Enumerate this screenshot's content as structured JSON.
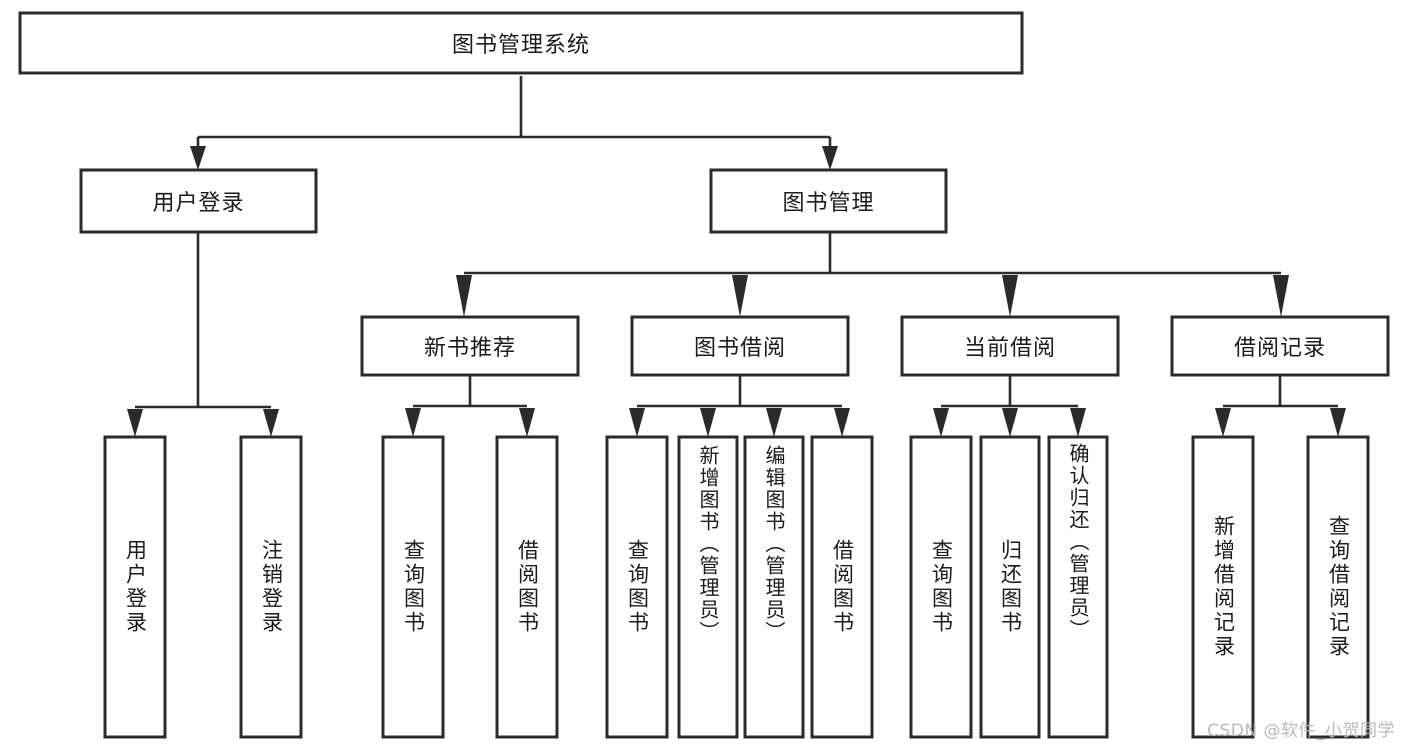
{
  "diagram": {
    "type": "tree-hierarchy-diagram",
    "title": "图书管理系统",
    "root": {
      "id": "root",
      "label": "图书管理系统",
      "orientation": "horizontal"
    },
    "level2": [
      {
        "id": "user-login",
        "label": "用户登录",
        "orientation": "horizontal"
      },
      {
        "id": "book-management",
        "label": "图书管理",
        "orientation": "horizontal"
      }
    ],
    "level3": [
      {
        "id": "new-book-recommend",
        "label": "新书推荐",
        "orientation": "horizontal"
      },
      {
        "id": "book-borrow",
        "label": "图书借阅",
        "orientation": "horizontal"
      },
      {
        "id": "current-borrow",
        "label": "当前借阅",
        "orientation": "horizontal"
      },
      {
        "id": "borrow-record",
        "label": "借阅记录",
        "orientation": "horizontal"
      }
    ],
    "leaves": [
      {
        "id": "leaf-user-login",
        "label": "用户登录",
        "parent": "user-login",
        "orientation": "vertical"
      },
      {
        "id": "leaf-user-logout",
        "label": "注销登录",
        "parent": "user-login",
        "orientation": "vertical"
      },
      {
        "id": "leaf-query-book-1",
        "label": "查询图书",
        "parent": "new-book-recommend",
        "orientation": "vertical"
      },
      {
        "id": "leaf-borrow-book-1",
        "label": "借阅图书",
        "parent": "new-book-recommend",
        "orientation": "vertical"
      },
      {
        "id": "leaf-query-book-2",
        "label": "查询图书",
        "parent": "book-borrow",
        "orientation": "vertical"
      },
      {
        "id": "leaf-add-book",
        "label": "新增图书（管理员）",
        "parent": "book-borrow",
        "orientation": "vertical"
      },
      {
        "id": "leaf-edit-book",
        "label": "编辑图书（管理员）",
        "parent": "book-borrow",
        "orientation": "vertical"
      },
      {
        "id": "leaf-borrow-book-2",
        "label": "借阅图书",
        "parent": "book-borrow",
        "orientation": "vertical"
      },
      {
        "id": "leaf-query-book-3",
        "label": "查询图书",
        "parent": "current-borrow",
        "orientation": "vertical"
      },
      {
        "id": "leaf-return-book",
        "label": "归还图书",
        "parent": "current-borrow",
        "orientation": "vertical"
      },
      {
        "id": "leaf-confirm-return",
        "label": "确认归还（管理员）",
        "parent": "current-borrow",
        "orientation": "vertical"
      },
      {
        "id": "leaf-add-record",
        "label": "新增借阅记录",
        "parent": "borrow-record",
        "orientation": "vertical"
      },
      {
        "id": "leaf-query-record",
        "label": "查询借阅记录",
        "parent": "borrow-record",
        "orientation": "vertical"
      }
    ],
    "watermark": "CSDN @软件_小贺同学",
    "colors": {
      "stroke": "#2b2b2b",
      "fill": "#ffffff",
      "text": "#1b1b1b",
      "watermark": "#b9b9b9",
      "background": "#ffffff"
    }
  }
}
